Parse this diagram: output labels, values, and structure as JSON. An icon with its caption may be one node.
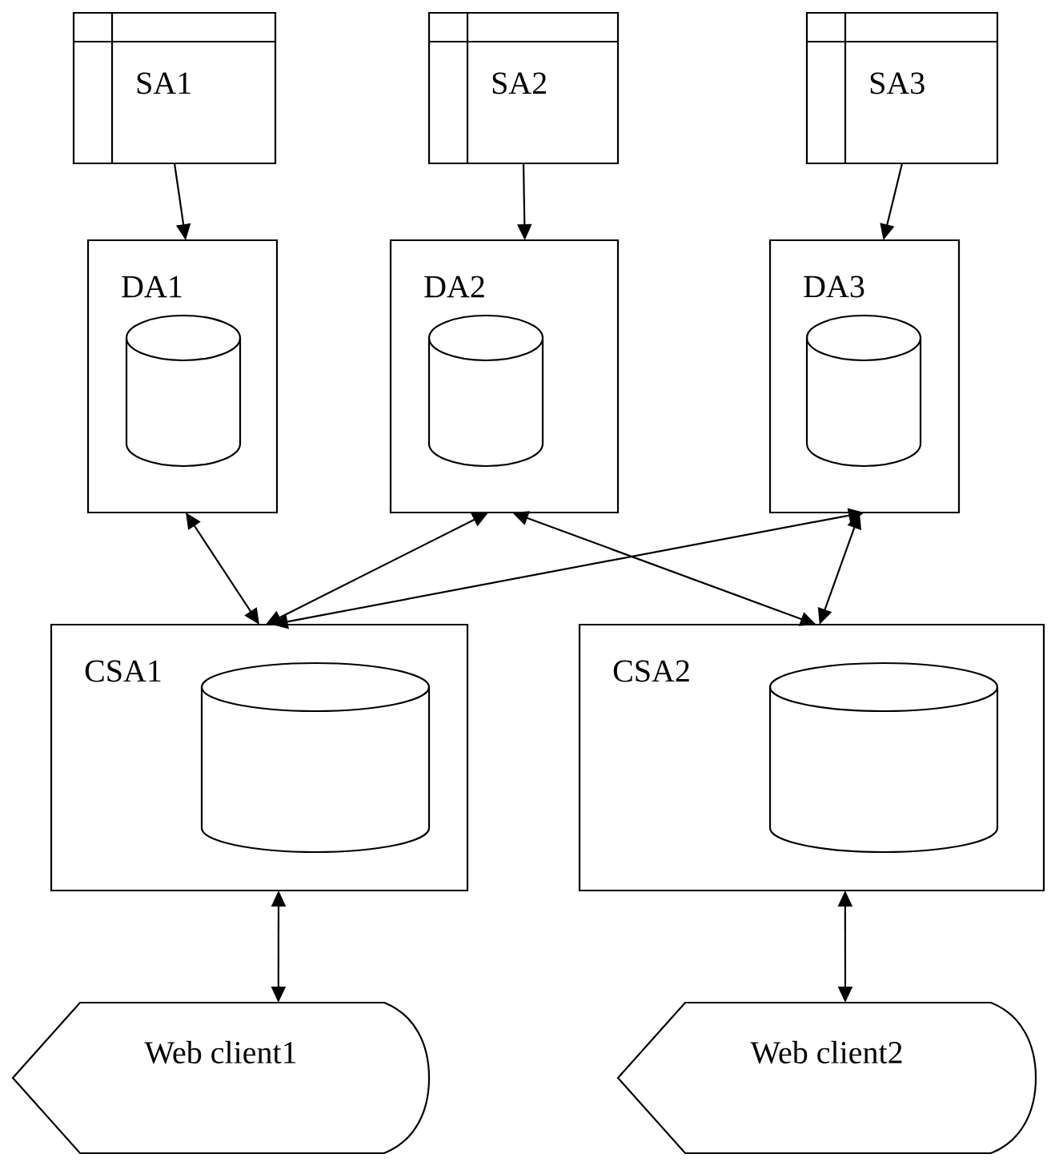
{
  "diagram": {
    "nodes": [
      {
        "text": [
          "SA1"
        ]
      },
      {
        "text": [
          "SA2"
        ]
      },
      {
        "text": [
          "SA3"
        ]
      },
      {
        "text": [
          "DA1"
        ]
      },
      {
        "text": [],
        "shape": "cylinder",
        "in": 3
      },
      {
        "text": [
          "DA2"
        ]
      },
      {
        "text": [],
        "shape": "cylinder",
        "in": 5
      },
      {
        "text": [
          "DA3"
        ]
      },
      {
        "text": [],
        "shape": "cylinder",
        "in": 7
      },
      {
        "text": [
          "CSA1"
        ]
      },
      {
        "text": [],
        "shape": "cylinder",
        "in": 9
      },
      {
        "text": [
          "CSA2"
        ]
      },
      {
        "text": [],
        "shape": "cylinder",
        "in": 11
      },
      {
        "text": [
          "Web client1"
        ]
      },
      {
        "text": [
          "Web client2"
        ]
      }
    ],
    "edges": [
      {
        "from": 0,
        "to": 3,
        "arrow": "to"
      },
      {
        "from": 1,
        "to": 5,
        "arrow": "to"
      },
      {
        "from": 2,
        "to": 7,
        "arrow": "to"
      },
      {
        "from": 3,
        "to": 9,
        "arrow": "both"
      },
      {
        "from": 5,
        "to": 9,
        "arrow": "both"
      },
      {
        "from": 7,
        "to": 9,
        "arrow": "both"
      },
      {
        "from": 5,
        "to": 11,
        "arrow": "both"
      },
      {
        "from": 7,
        "to": 11,
        "arrow": "both"
      },
      {
        "from": 9,
        "to": 13,
        "arrow": "both"
      },
      {
        "from": 11,
        "to": 14,
        "arrow": "both"
      }
    ]
  }
}
